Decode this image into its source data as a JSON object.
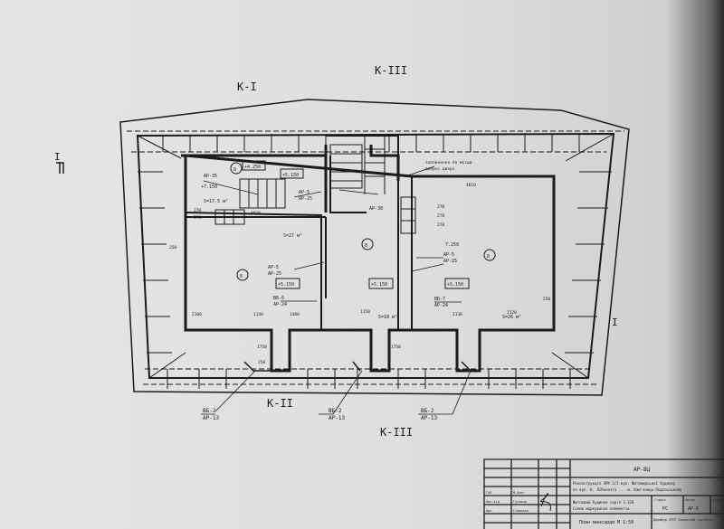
{
  "section_marks": {
    "top_center": "К-III",
    "top_left": "К-I",
    "left": "I",
    "right": "I",
    "bottom_left": "К-II",
    "bottom_center": "К-III"
  },
  "rooms": [
    {
      "number": "6",
      "area": "S=27 м²",
      "level": "+5.150"
    },
    {
      "number": "8",
      "area": "S=18 м²",
      "level": "+5.150"
    },
    {
      "number": "8",
      "area": "S=26 м²",
      "level": "+5.150"
    },
    {
      "number": "8",
      "area": "S=17.5 м²",
      "level": "+4.250"
    }
  ],
  "callouts": {
    "ap35": "АР-35",
    "stair_level": "+7.150",
    "ap5a": "АР-5",
    "ap25a": "АР-25",
    "ap38": "АР-38",
    "door_note": "заповнення по місцю",
    "door_note2": "дверні двері",
    "ap5b": "АР-5",
    "ap25b": "АР-25",
    "ap5c": "АР-5",
    "ap25c": "АР-25",
    "ug6": "ВБ-6",
    "ap24a": "АР-24",
    "ug7": "ВБ-7",
    "ap24b": "АР-24",
    "level_right": "7.250",
    "level_upper": "+5.150"
  },
  "dimensions": [
    "270",
    "270",
    "4830",
    "4810",
    "270",
    "270",
    "270",
    "2100",
    "1130",
    "1400",
    "1150",
    "1130",
    "2120",
    "250",
    "250",
    "1750",
    "1750",
    "250"
  ],
  "bottom_callouts": [
    {
      "top": "ВБ-2",
      "bottom": "АР-13"
    },
    {
      "top": "ВБ-2",
      "bottom": "АР-13"
    },
    {
      "top": "ВБ-2",
      "bottom": "АР-13"
    }
  ],
  "title_block": {
    "sheet_code": "АР-8Ц",
    "project": "Реконструкція АРК 2/3 вул. Житомирської будинку",
    "project2": "по вул. К. Лібкнехта ... м. Кам'янець-Подільському",
    "building": "Житловий будинок серія 1-318",
    "building2": "Схема маркування елементів",
    "stage_label": "Стадія",
    "sheet_label": "Аркуш",
    "sheets_label": "Аркушів",
    "stage": "РС",
    "sheet": "АР-6",
    "drawing_title": "План мансарди М 1:50",
    "org": "Держбуд УРСР Проектний інститут",
    "roles": [
      "ГАП",
      "Нач.від",
      "Арх."
    ],
    "names": [
      "Ф.Олег",
      "Гусаков",
      "Стариков"
    ]
  }
}
